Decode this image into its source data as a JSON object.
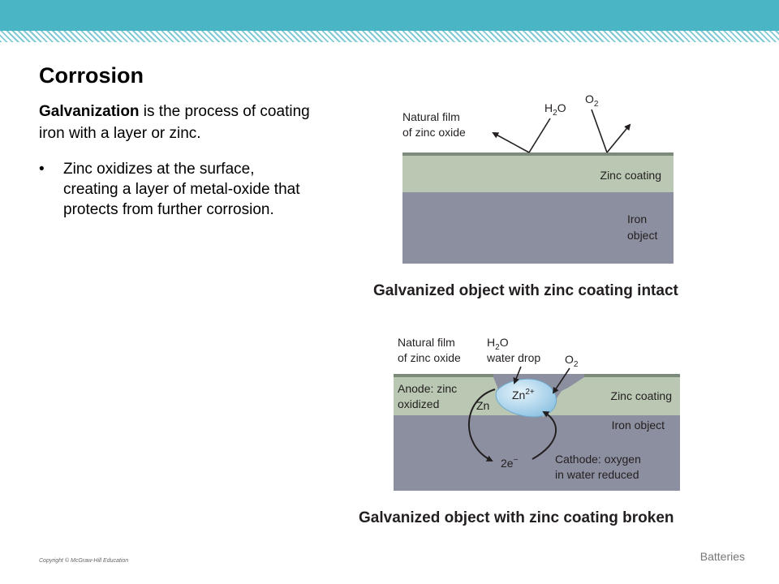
{
  "slide": {
    "title": "Corrosion",
    "intro_term": "Galvanization",
    "intro_rest": " is the process of coating iron with a layer or zinc.",
    "bullets": [
      "Zinc oxidizes at the surface, creating a layer of metal-oxide that protects from further corrosion."
    ],
    "copyright": "Copyright © McGraw-Hill Education",
    "footer": "Batteries"
  },
  "diagram_intact": {
    "film_label_1": "Natural film",
    "film_label_2": "of zinc oxide",
    "water": "H",
    "water_sub": "2",
    "water_end": "O",
    "oxygen": "O",
    "oxygen_sub": "2",
    "zinc_label": "Zinc coating",
    "iron_label_1": "Iron",
    "iron_label_2": "object",
    "caption": "Galvanized object with zinc coating intact"
  },
  "diagram_broken": {
    "film_label_1": "Natural film",
    "film_label_2": "of zinc oxide",
    "water": "H",
    "water_sub": "2",
    "water_end": "O",
    "water_drop": "water drop",
    "oxygen": "O",
    "oxygen_sub": "2",
    "anode_1": "Anode: zinc",
    "anode_2": "oxidized",
    "zn_ion": "Zn",
    "zn_ion_sup": "2+",
    "zn": "Zn",
    "zinc_label": "Zinc coating",
    "iron_label": "Iron object",
    "electrons": "2e",
    "electrons_sup": "−",
    "cathode_1": "Cathode: oxygen",
    "cathode_2": "in water reduced",
    "caption": "Galvanized object with zinc coating broken"
  },
  "colors": {
    "accent": "#4ab5c4",
    "zinc_layer": "#b9c7b3",
    "iron_layer": "#8c8f9f",
    "water_drop": "#b9dcf0"
  }
}
